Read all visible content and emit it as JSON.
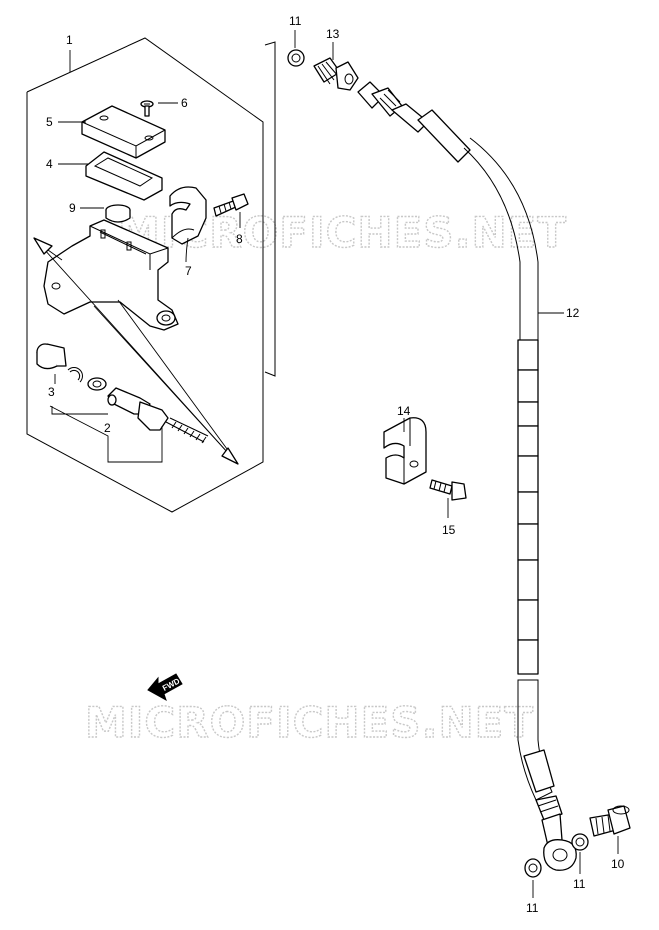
{
  "watermark": {
    "text": "MICROFICHES.NET"
  },
  "direction_arrow": {
    "label": "FWD"
  },
  "callouts": {
    "p1": "1",
    "p2": "2",
    "p3": "3",
    "p4": "4",
    "p5": "5",
    "p6": "6",
    "p7": "7",
    "p8": "8",
    "p9": "9",
    "p10": "10",
    "p11_top": "11",
    "p11_mid": "11",
    "p11_bot": "11",
    "p12": "12",
    "p13": "13",
    "p14": "14",
    "p15": "15"
  }
}
